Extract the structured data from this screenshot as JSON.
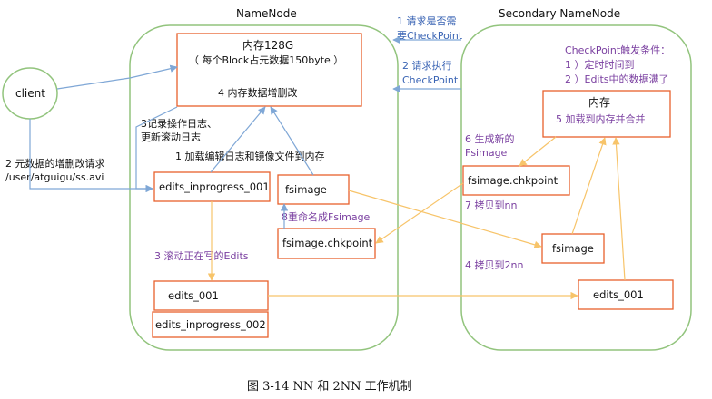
{
  "colors": {
    "box_stroke": "#e8612c",
    "node_stroke": "#92c47d",
    "blue_arrow": "#7fa7d6",
    "orange_arrow": "#f7c46a",
    "blue_text": "#3a64b4",
    "purple_text": "#7a3fa0",
    "black_text": "#111111"
  },
  "diagram": {
    "namenode_title": "NameNode",
    "secondary_title": "Secondary NameNode",
    "client_label": "client",
    "memory_line1": "内存128G",
    "memory_line2": "（ 每个Block占元数据150byte ）",
    "memory_line3": "4 内存数据增删改",
    "log_line1": "3记录操作日志、",
    "log_line2": "更新滚动日志",
    "load_label": "1 加载编辑日志和镜像文件到内存",
    "client_line1": "2 元数据的增删改请求",
    "client_line2": "/user/atguigu/ss.avi",
    "edits_inprogress_001": "edits_inprogress_001",
    "fsimage": "fsimage",
    "rename_label": "8重命名成Fsimage",
    "fsimage_chkpoint": "fsimage.chkpoint",
    "roll_label": "3 滚动正在写的Edits",
    "edits_001": "edits_001",
    "edits_inprogress_002": "edits_inprogress_002",
    "ask_line1": "1 请求是否需",
    "ask_line2": "要CheckPoint",
    "exec_line1": "2 请求执行",
    "exec_line2": "CheckPoint",
    "trigger_line1": "CheckPoint触发条件：",
    "trigger_line2": "1 ）定时时间到",
    "trigger_line3": "2 ）Edits中的数据满了",
    "sn_memory_title": "内存",
    "sn_memory_sub": "5 加载到内存并合并",
    "gen_line1": "6 生成新的",
    "gen_line2": "Fsimage",
    "sn_fsimage_chkpoint": "fsimage.chkpoint",
    "copy_nn": "7 拷贝到nn",
    "sn_fsimage": "fsimage",
    "copy_2nn": "4 拷贝到2nn",
    "sn_edits_001": "edits_001"
  },
  "caption": "图 3-14    NN 和 2NN 工作机制"
}
